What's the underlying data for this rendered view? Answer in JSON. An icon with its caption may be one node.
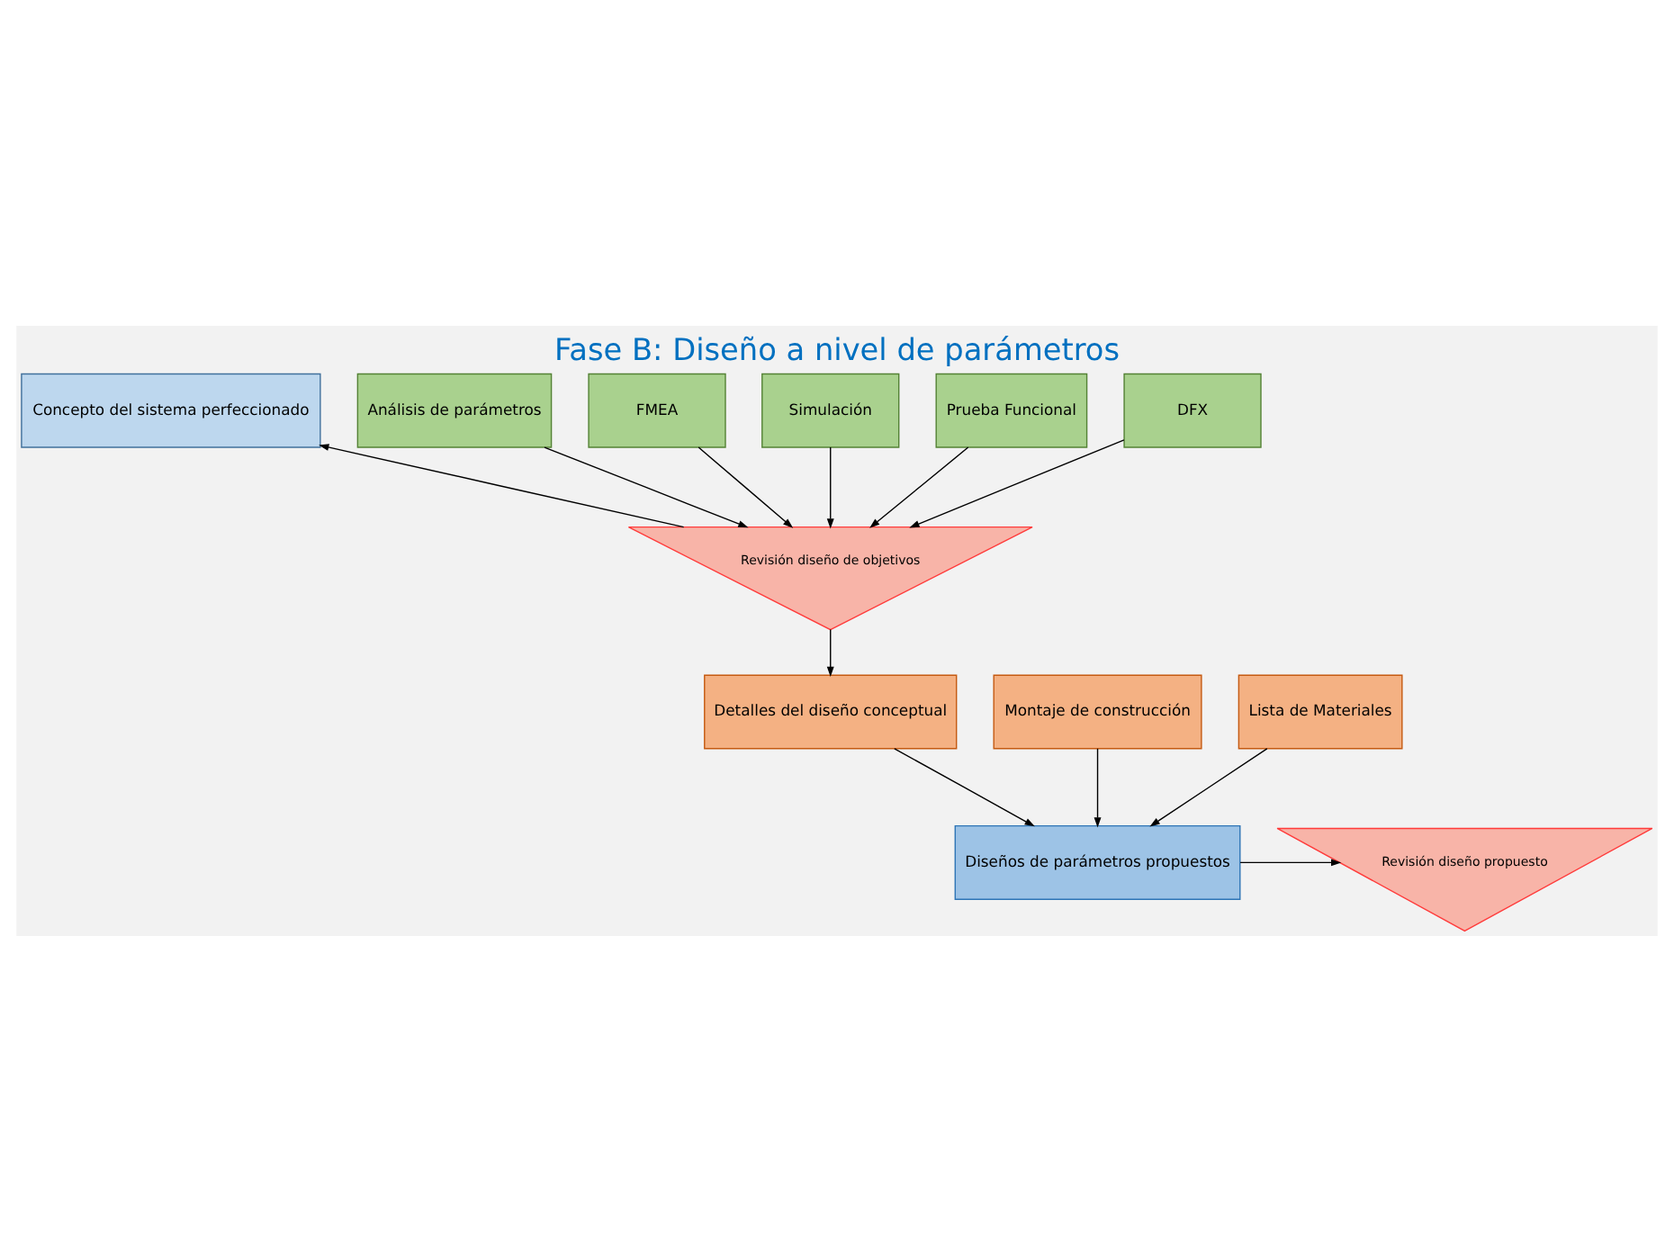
{
  "diagram": {
    "title": "Fase B: Diseño a nivel de parámetros",
    "nodes": [
      {
        "text": [
          "Concepto del sistema perfeccionado"
        ]
      },
      {
        "text": [
          "Análisis de parámetros"
        ]
      },
      {
        "text": [
          "FMEA"
        ]
      },
      {
        "text": [
          "Simulación"
        ]
      },
      {
        "text": [
          "Prueba Funcional"
        ]
      },
      {
        "text": [
          "DFX"
        ]
      },
      {
        "text": [
          "Revisión diseño de objetivos"
        ]
      },
      {
        "text": [
          "Detalles del diseño conceptual"
        ]
      },
      {
        "text": [
          "Montaje de construcción"
        ]
      },
      {
        "text": [
          "Lista de Materiales"
        ]
      },
      {
        "text": [
          "Diseños de parámetros propuestos"
        ]
      },
      {
        "text": [
          "Revisión diseño propuesto"
        ]
      }
    ],
    "edges": [
      {
        "from": 1,
        "to": 6,
        "arrow": "to"
      },
      {
        "from": 2,
        "to": 6,
        "arrow": "to"
      },
      {
        "from": 3,
        "to": 6,
        "arrow": "to"
      },
      {
        "from": 4,
        "to": 6,
        "arrow": "to"
      },
      {
        "from": 5,
        "to": 6,
        "arrow": "to"
      },
      {
        "from": 6,
        "to": 0,
        "arrow": "to"
      },
      {
        "from": 6,
        "to": 7,
        "arrow": "to"
      },
      {
        "from": 7,
        "to": 10,
        "arrow": "to"
      },
      {
        "from": 8,
        "to": 10,
        "arrow": "to"
      },
      {
        "from": 9,
        "to": 10,
        "arrow": "to"
      },
      {
        "from": 10,
        "to": 11,
        "arrow": "to"
      }
    ]
  }
}
